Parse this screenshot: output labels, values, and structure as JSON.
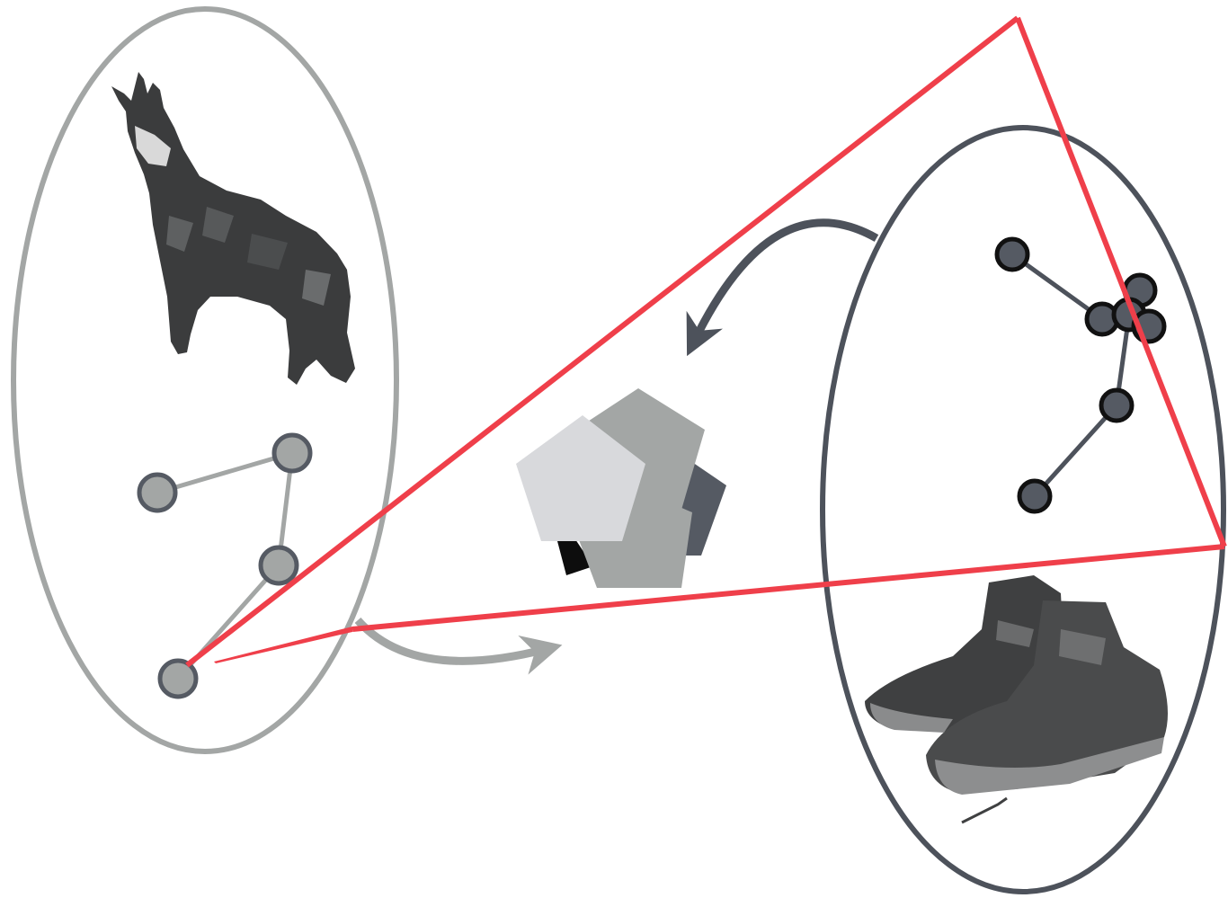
{
  "diagram": {
    "colors": {
      "background": "#ffffff",
      "left_group": "#a3a6a5",
      "right_group": "#4d525b",
      "highlight": "#ef3f4a",
      "pentagon_light": "#d8d9dc",
      "pentagon_mid": "#a3a6a5",
      "pentagon_dark": "#555a63",
      "pentagon_shadow": "#0d0d0d"
    },
    "left_group": {
      "image": "chamois-silhouette",
      "graph": {
        "nodes": 4,
        "edges": 3
      }
    },
    "right_group": {
      "image": "hiking-boots",
      "graph": {
        "nodes": 8,
        "edges": 7
      }
    },
    "center": {
      "icon": "pentagons-stack-icon"
    },
    "arrows": [
      {
        "name": "left-to-center-arrow",
        "color": "#a3a6a5"
      },
      {
        "name": "right-to-center-arrow",
        "color": "#4d525b"
      }
    ],
    "highlight_triangle": {
      "color": "#ef3f4a",
      "from": "left-graph-node",
      "to": "right-graph-cluster"
    }
  }
}
